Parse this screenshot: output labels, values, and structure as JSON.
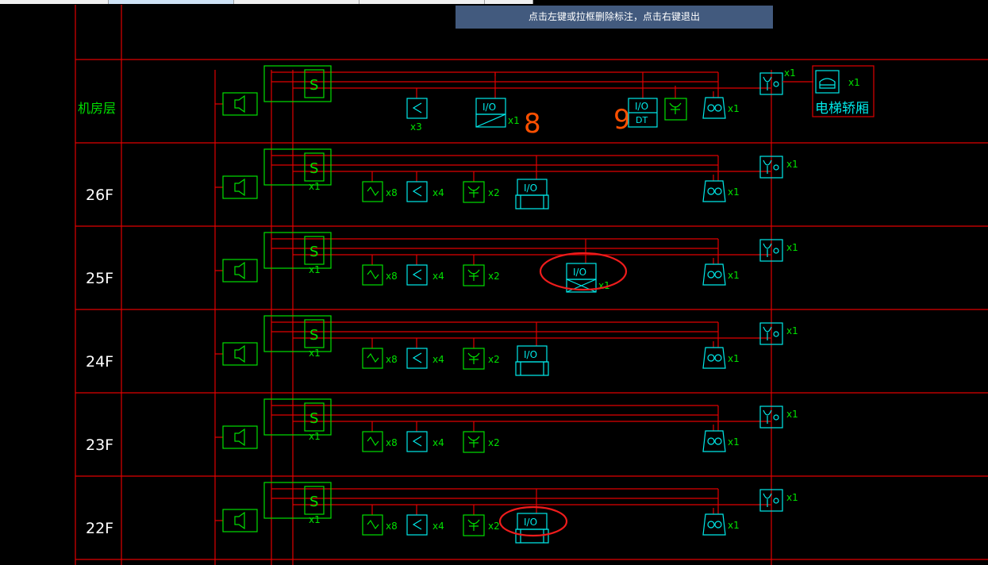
{
  "toast": {
    "message": "点击左键或拉框删除标注，点击右键退出"
  },
  "tabs": [
    {
      "label": "",
      "active": false
    },
    {
      "label": "",
      "active": true
    },
    {
      "label": "",
      "active": false
    },
    {
      "label": "",
      "active": false
    },
    {
      "label": "",
      "active": false
    }
  ],
  "floors": [
    {
      "label": "机房层",
      "has_io_box": true,
      "io_box_style": "diagonal",
      "io_box_count": "x1",
      "switch_count": "x3",
      "pump_count": "",
      "show_valve": false,
      "show_pump_u": true
    },
    {
      "label": "26F",
      "has_io_box": true,
      "io_box_style": "plain",
      "io_box_count": "",
      "switch_count": "x4",
      "valve_count": "x8",
      "pump_count": "x2",
      "show_valve": true
    },
    {
      "label": "25F",
      "has_io_box": true,
      "io_box_style": "cross",
      "io_box_count": "x1",
      "switch_count": "x4",
      "valve_count": "x8",
      "pump_count": "x2",
      "show_valve": true,
      "circled_box": true
    },
    {
      "label": "24F",
      "has_io_box": true,
      "io_box_style": "plain",
      "io_box_count": "",
      "switch_count": "x4",
      "valve_count": "x8",
      "pump_count": "x2",
      "show_valve": true
    },
    {
      "label": "23F",
      "has_io_box": false,
      "switch_count": "x4",
      "valve_count": "x8",
      "pump_count": "x2",
      "show_valve": true
    },
    {
      "label": "22F",
      "has_io_box": true,
      "io_box_style": "plain",
      "io_box_count": "",
      "switch_count": "x4",
      "valve_count": "x8",
      "pump_count": "x2",
      "show_valve": true,
      "circled_box": true
    }
  ],
  "common": {
    "s_box_glyph": "S",
    "s_box_count": "x1",
    "io_glyph": "I/O",
    "dt_glyph": "DT",
    "sensor_count": "x1",
    "phone_count": "x1"
  },
  "machine_room": {
    "annotation_8": "8",
    "annotation_9": "9",
    "elevator_label": "电梯轿厢",
    "elevator_count": "x1"
  },
  "colors": {
    "grid": "#e00000",
    "symbol_green": "#00e000",
    "symbol_cyan": "#00e8e8",
    "annotation_orange": "#ff5000",
    "toast_bg": "#425a7e"
  }
}
